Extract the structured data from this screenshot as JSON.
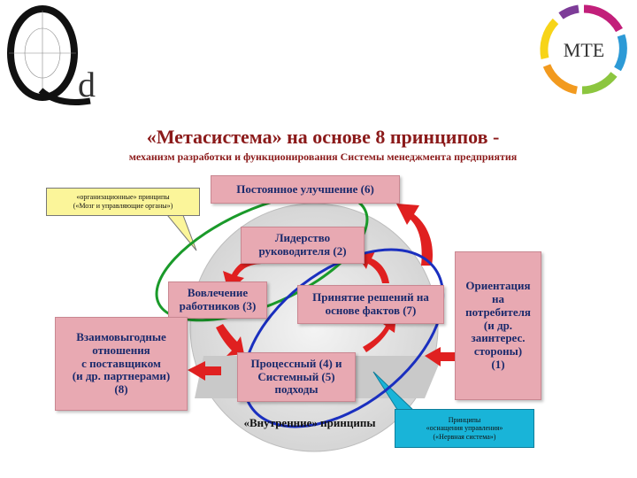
{
  "logo_left": {
    "text": "Q",
    "sub": "d"
  },
  "logo_right": {
    "text": "MTE"
  },
  "header": {
    "title": "«Метасистема» на основе 8 принципов -",
    "subtitle": "механизм разработки и функционирования Системы менеджмента предприятия"
  },
  "callouts": {
    "top_left": [
      "«организационные» принципы",
      "(«Мозг и управляющие органы»)"
    ],
    "bottom_right": [
      "Принципы",
      "«оснащения управления»",
      "(«Нервная система»)"
    ]
  },
  "boxes": {
    "improvement": "Постоянное улучшение (6)",
    "leadership": [
      "Лидерство",
      "руководителя (2)"
    ],
    "involvement": [
      "Вовлечение",
      "работников (3)"
    ],
    "decisions": [
      "Принятие решений на",
      "основе фактов (7)"
    ],
    "process": [
      "Процессный (4) и",
      "Системный (5)",
      "подходы"
    ],
    "relations": [
      "Взаимовыгодные",
      "отношения",
      "с поставщиком",
      "(и др. партнерами)",
      "(8)"
    ],
    "customer": [
      "Ориентация",
      "на",
      "потребителя",
      "(и др.",
      "заинтерес.",
      "стороны)",
      "(1)"
    ]
  },
  "internal_label": "«Внутренние» принципы",
  "colors": {
    "title": "#8b1a1a",
    "box_fill": "#e8a9b2",
    "box_text": "#1a2a6c",
    "arrow": "#e02020",
    "green_oval": "#1a9a2a",
    "blue_oval": "#1a2fbf",
    "callout_yellow": "#fbf59a",
    "callout_cyan": "#19b4d8"
  }
}
